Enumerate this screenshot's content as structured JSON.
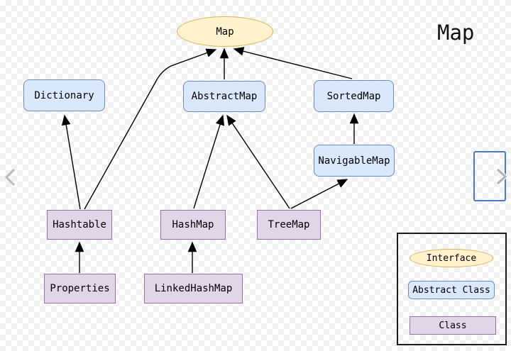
{
  "page_title": "Map",
  "nodes": {
    "map": {
      "label": "Map",
      "type": "interface"
    },
    "dictionary": {
      "label": "Dictionary",
      "type": "abstract-class"
    },
    "abstract_map": {
      "label": "AbstractMap",
      "type": "abstract-class"
    },
    "sorted_map": {
      "label": "SortedMap",
      "type": "abstract-class"
    },
    "navigable_map": {
      "label": "NavigableMap",
      "type": "abstract-class"
    },
    "hashtable": {
      "label": "Hashtable",
      "type": "class"
    },
    "hash_map": {
      "label": "HashMap",
      "type": "class"
    },
    "tree_map": {
      "label": "TreeMap",
      "type": "class"
    },
    "properties": {
      "label": "Properties",
      "type": "class"
    },
    "linked_hash_map": {
      "label": "LinkedHashMap",
      "type": "class"
    }
  },
  "edges": [
    {
      "from": "Properties",
      "to": "Hashtable"
    },
    {
      "from": "LinkedHashMap",
      "to": "HashMap"
    },
    {
      "from": "Hashtable",
      "to": "Dictionary"
    },
    {
      "from": "Hashtable",
      "to": "Map"
    },
    {
      "from": "AbstractMap",
      "to": "Map"
    },
    {
      "from": "SortedMap",
      "to": "Map"
    },
    {
      "from": "HashMap",
      "to": "AbstractMap"
    },
    {
      "from": "TreeMap",
      "to": "AbstractMap"
    },
    {
      "from": "NavigableMap",
      "to": "SortedMap"
    },
    {
      "from": "TreeMap",
      "to": "NavigableMap"
    }
  ],
  "legend": {
    "items": [
      {
        "label": "Interface",
        "shape": "ellipse"
      },
      {
        "label": "Abstract Class",
        "shape": "rounded-rect"
      },
      {
        "label": "Class",
        "shape": "rect"
      }
    ]
  },
  "carousel": {
    "prev_icon": "chevron-left",
    "next_icon": "chevron-right"
  },
  "colors": {
    "interface_fill": "#FFF2CC",
    "interface_stroke": "#D6B656",
    "abstract_fill": "#DAE8FC",
    "abstract_stroke": "#6C8EBF",
    "class_fill": "#E1D5E7",
    "class_stroke": "#9673A6",
    "edge": "#000000",
    "carousel_accent": "#4d79c7"
  }
}
